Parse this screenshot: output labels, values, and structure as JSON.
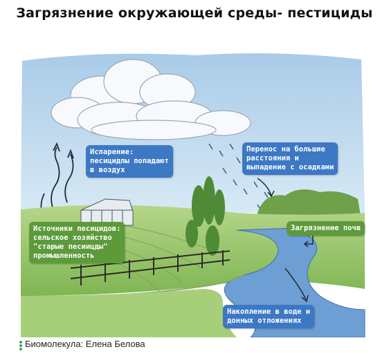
{
  "title": "Загрязнение  окружающей среды- пестициды",
  "labels": {
    "evaporation": [
      "Испарение:",
      "песицидпы попадают",
      "в воздух"
    ],
    "transport": [
      "Перенос на большие",
      "расстояния и",
      "выпадение с осадками"
    ],
    "sources": [
      "Источники песицидов:",
      "сельское хозяйство",
      "\"старые песиицды\"",
      "промышленность"
    ],
    "soil": [
      "Загрязнение почв"
    ],
    "water": [
      "Накопление в воде и",
      "донных отложениях"
    ]
  },
  "credit": "Биомолекула: Елена Белова",
  "colors": {
    "blue_box": "#3c78c4",
    "green_box": "#5d9a3a",
    "sky": "#9cc4e4",
    "grass": "#9bc86a",
    "river": "#6e9fd4",
    "credit_dot": "#3aa657"
  }
}
